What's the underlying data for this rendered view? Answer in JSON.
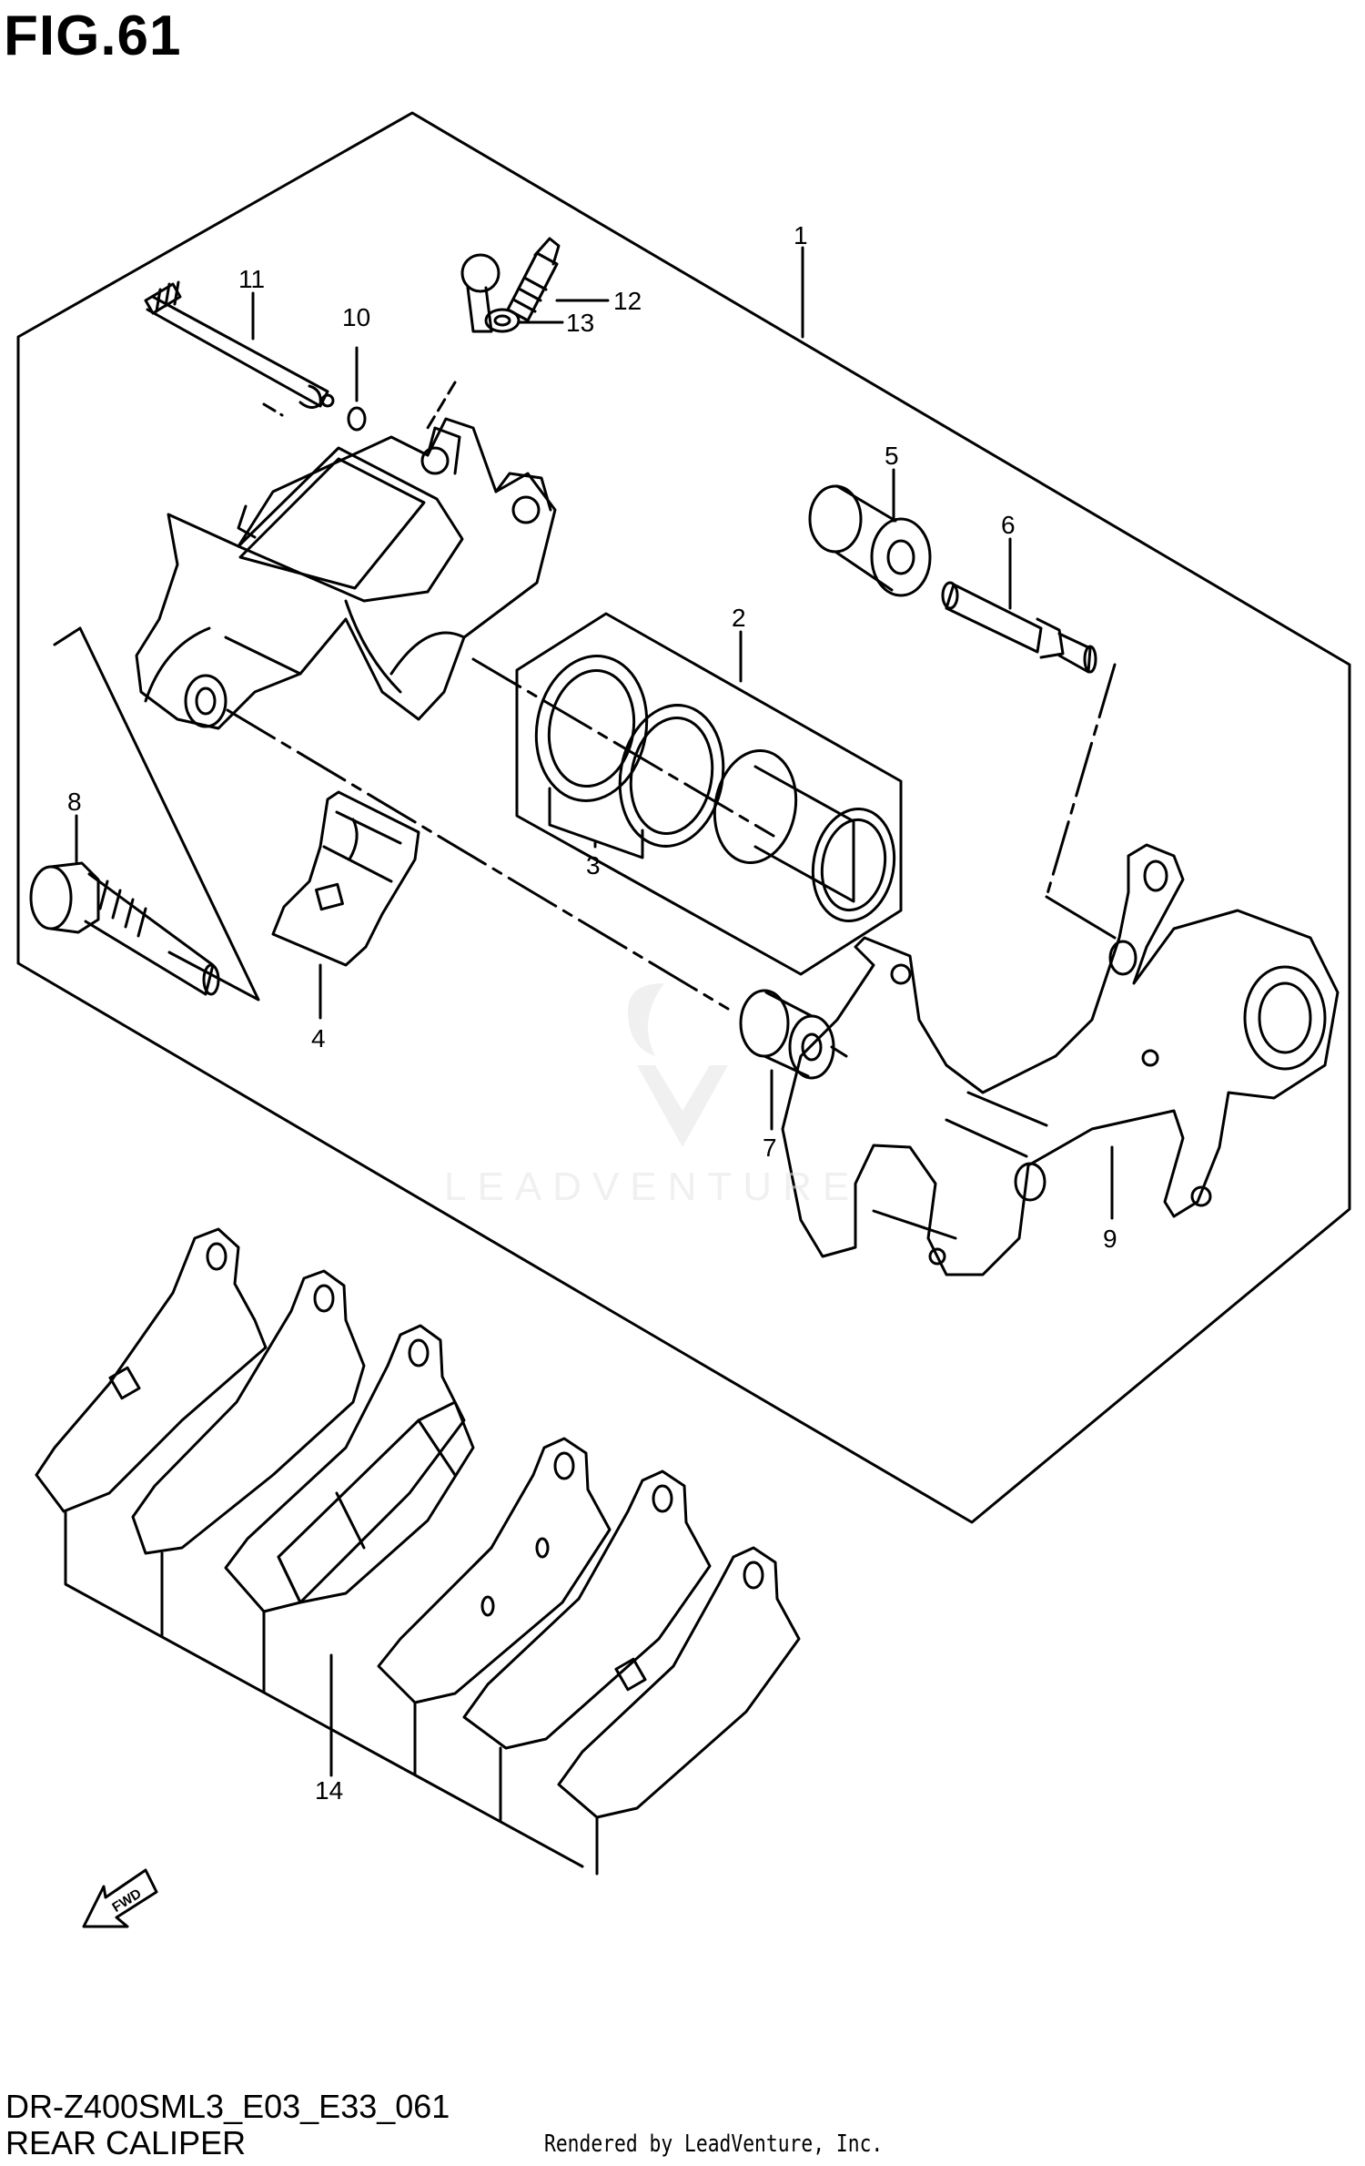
{
  "figure": {
    "title": "FIG.61"
  },
  "callouts": [
    {
      "id": "1",
      "label": "1"
    },
    {
      "id": "2",
      "label": "2"
    },
    {
      "id": "3",
      "label": "3"
    },
    {
      "id": "4",
      "label": "4"
    },
    {
      "id": "5",
      "label": "5"
    },
    {
      "id": "6",
      "label": "6"
    },
    {
      "id": "7",
      "label": "7"
    },
    {
      "id": "8",
      "label": "8"
    },
    {
      "id": "9",
      "label": "9"
    },
    {
      "id": "10",
      "label": "10"
    },
    {
      "id": "11",
      "label": "11"
    },
    {
      "id": "12",
      "label": "12"
    },
    {
      "id": "13",
      "label": "13"
    },
    {
      "id": "14",
      "label": "14"
    }
  ],
  "fwd_arrow": {
    "label": "FWD"
  },
  "watermark": {
    "text": "LEADVENTURE"
  },
  "footer": {
    "model_code": "DR-Z400SML3_E03_E33_061",
    "section_title": "REAR CALIPER",
    "credit": "Rendered by LeadVenture, Inc."
  },
  "colors": {
    "ink": "#000000",
    "paper": "#ffffff",
    "watermark": "#e4e4e4"
  }
}
